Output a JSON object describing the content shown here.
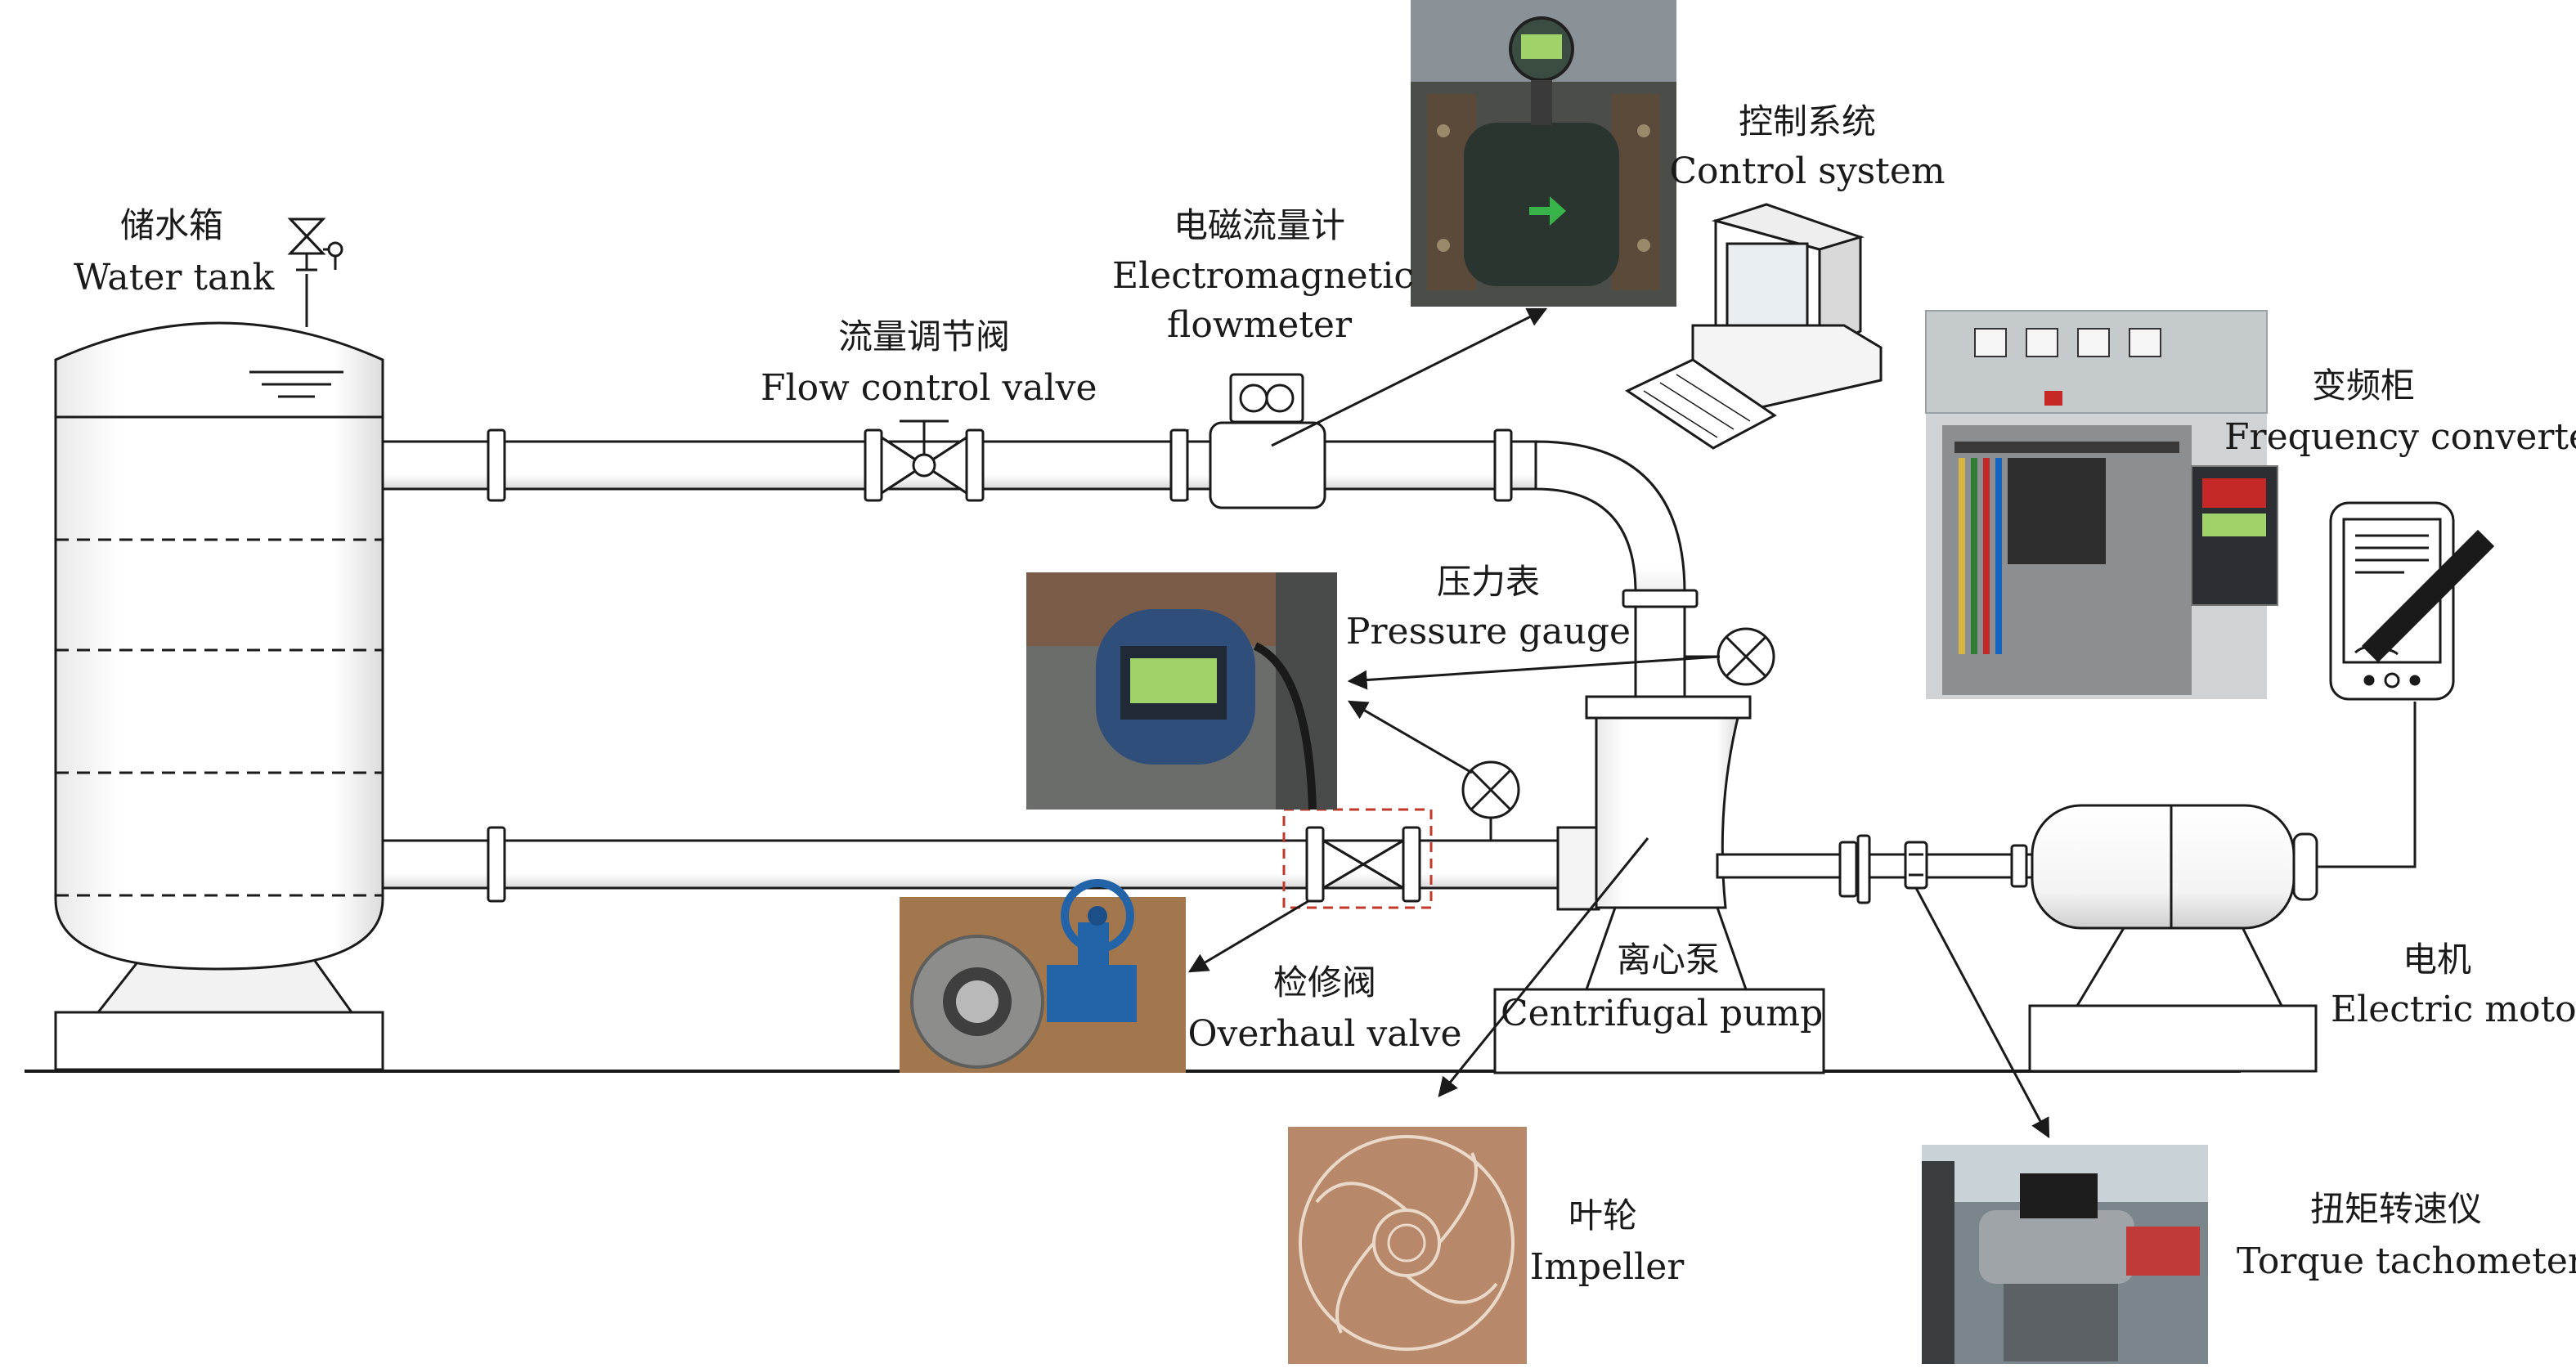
{
  "labels": {
    "water_tank": {
      "zh": "储水箱",
      "en": "Water tank"
    },
    "flow_control_valve": {
      "zh": "流量调节阀",
      "en": "Flow control valve"
    },
    "flowmeter": {
      "zh": "电磁流量计",
      "en": "Electromagnetic",
      "en2": "flowmeter"
    },
    "control_system": {
      "zh": "控制系统",
      "en": "Control system"
    },
    "frequency_converter": {
      "zh": "变频柜",
      "en": "Frequency converter"
    },
    "pressure_gauge": {
      "zh": "压力表",
      "en": "Pressure gauge"
    },
    "overhaul_valve": {
      "zh": "检修阀",
      "en": "Overhaul valve"
    },
    "centrifugal_pump": {
      "zh": "离心泵",
      "en": "Centrifugal pump"
    },
    "electric_motor": {
      "zh": "电机",
      "en": "Electric motor"
    },
    "impeller": {
      "zh": "叶轮",
      "en": "Impeller"
    },
    "torque_tachometer": {
      "zh": "扭矩转速仪",
      "en": "Torque tachometer"
    }
  },
  "colors": {
    "line": "#1a1a1a",
    "pipe_fill": "#ffffff",
    "dashed_box": "#c0392b",
    "lcd_green": "#9fd36a",
    "cabinet": "#cfd3d6",
    "gauge_blue": "#2f4f7a"
  },
  "icons": {
    "float_valve": "float-valve-icon",
    "computer": "computer-icon",
    "tablet": "tablet-pen-icon",
    "valve": "gate-valve-icon",
    "gauge": "pressure-gauge-symbol"
  }
}
